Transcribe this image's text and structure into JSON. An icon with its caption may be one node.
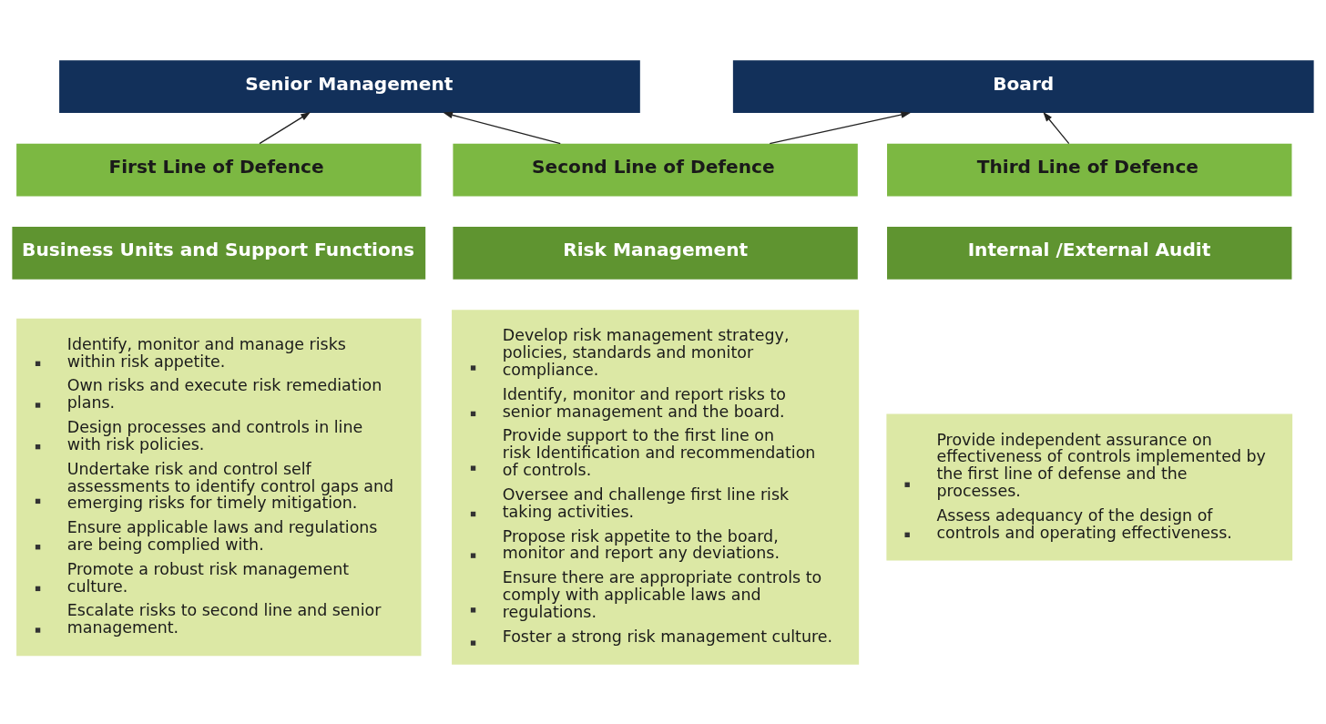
{
  "diagram": {
    "nodes": [
      {
        "text": [
          "Senior Management"
        ]
      },
      {
        "text": [
          "Board"
        ]
      },
      {
        "text": [
          "First Line of Defence"
        ]
      },
      {
        "text": [
          "Second Line of Defence"
        ]
      },
      {
        "text": [
          "Third Line of Defence"
        ]
      },
      {
        "text": [
          "Business Units and Support Functions"
        ]
      },
      {
        "text": [
          "Identify, monitor and manage risks within risk appetite.",
          "Own risks and execute risk remediation plans.",
          "Design processes and controls in line with risk policies.",
          "Undertake risk and control self assessments to identify control gaps and emerging risks for timely mitigation.",
          "Ensure applicable laws and regulations are being complied with.",
          "Promote a robust risk management culture.",
          "Escalate risks to second line and senior management."
        ]
      },
      {
        "text": [
          "Risk Management"
        ]
      },
      {
        "text": [
          "Develop risk management strategy, policies, standards and monitor compliance.",
          "Identify, monitor and report risks to senior management and the board.",
          "Provide support to the first line on risk Identification and recommendation of controls.",
          "Oversee and challenge first line risk taking activities.",
          "Propose risk appetite to the board, monitor and report any deviations.",
          "Ensure there are appropriate controls to comply with applicable laws and regulations.",
          "Foster a strong risk management culture."
        ]
      },
      {
        "text": [
          "Internal /External Audit"
        ]
      },
      {
        "text": [
          "Provide independent assurance on effectiveness of controls implemented by the first line of defense and the processes.",
          "Assess adequancy of the design of controls and operating effectiveness."
        ]
      }
    ],
    "edges": [
      {
        "from": 2,
        "to": 0,
        "arrow": "to"
      },
      {
        "from": 3,
        "to": 0,
        "arrow": "to"
      },
      {
        "from": 3,
        "to": 1,
        "arrow": "to"
      },
      {
        "from": 4,
        "to": 1,
        "arrow": "to"
      }
    ]
  }
}
